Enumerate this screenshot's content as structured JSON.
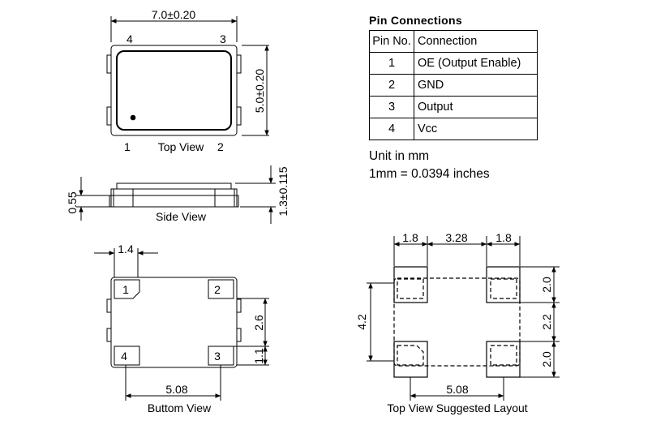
{
  "top_view": {
    "width_dim": "7.0±0.20",
    "height_dim": "5.0±0.20",
    "pin_labels": [
      "4",
      "3",
      "1",
      "2"
    ],
    "caption": "Top View"
  },
  "side_view": {
    "thickness_dim": "0.55",
    "height_dim": "1.3±0.115",
    "caption": "Side View"
  },
  "bottom_view": {
    "pad_width_dim": "1.4",
    "pad_labels": [
      "1",
      "2",
      "4",
      "3"
    ],
    "dim_2_6": "2.6",
    "dim_1_1": "1.1",
    "pitch_dim": "5.08",
    "caption": "Buttom View"
  },
  "layout_view": {
    "top_dims": [
      "1.8",
      "3.28",
      "1.8"
    ],
    "right_dims": [
      "2.0",
      "2.2",
      "2.0"
    ],
    "left_dim": "4.2",
    "pitch_dim": "5.08",
    "caption": "Top View Suggested Layout"
  },
  "pin_connections": {
    "title": "Pin Connections",
    "headers": [
      "Pin No.",
      "Connection"
    ],
    "rows": [
      {
        "pin": "1",
        "connection": "OE (Output Enable)"
      },
      {
        "pin": "2",
        "connection": "GND"
      },
      {
        "pin": "3",
        "connection": "Output"
      },
      {
        "pin": "4",
        "connection": "Vcc"
      }
    ]
  },
  "units": {
    "line1": "Unit in mm",
    "line2": "1mm = 0.0394 inches"
  }
}
